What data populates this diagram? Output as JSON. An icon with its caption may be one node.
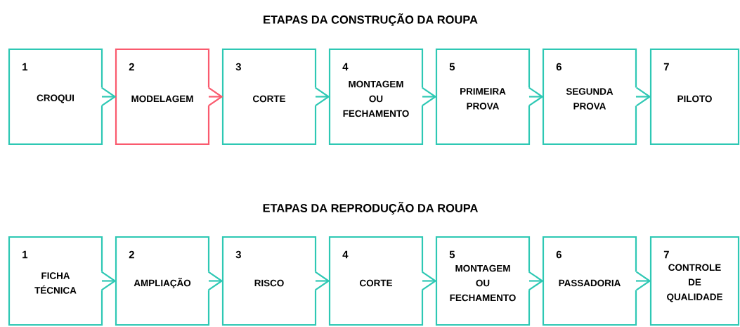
{
  "diagram": {
    "title": "ETAPAS DA CONSTRUÇÃO DA ROUPA",
    "nodes": [
      {
        "text": [
          "1",
          "CROQUI"
        ]
      },
      {
        "text": [
          "2",
          "MODELAGEM"
        ]
      },
      {
        "text": [
          "3",
          "CORTE"
        ]
      },
      {
        "text": [
          "4",
          "MONTAGEM OU FECHAMENTO"
        ]
      },
      {
        "text": [
          "5",
          "PRIMEIRA PROVA"
        ]
      },
      {
        "text": [
          "6",
          "SEGUNDA PROVA"
        ]
      },
      {
        "text": [
          "7",
          "PILOTO"
        ]
      },
      {
        "text": [
          "1",
          "FICHA TÉCNICA"
        ]
      },
      {
        "text": [
          "2",
          "AMPLIAÇÃO"
        ]
      },
      {
        "text": [
          "3",
          "RISCO"
        ]
      },
      {
        "text": [
          "4",
          "CORTE"
        ]
      },
      {
        "text": [
          "5",
          "MONTAGEM OU FECHAMENTO"
        ]
      },
      {
        "text": [
          "6",
          "PASSADORIA"
        ]
      },
      {
        "text": [
          "7",
          "CONTROLE DE QUALIDADE"
        ]
      }
    ],
    "edges": [
      {
        "from": 0,
        "to": 1,
        "arrow": "to"
      },
      {
        "from": 1,
        "to": 2,
        "arrow": "to",
        "color": "#fa5a6e"
      },
      {
        "from": 2,
        "to": 3,
        "arrow": "to"
      },
      {
        "from": 3,
        "to": 4,
        "arrow": "to"
      },
      {
        "from": 4,
        "to": 5,
        "arrow": "to"
      },
      {
        "from": 5,
        "to": 6,
        "arrow": "to"
      },
      {
        "from": 7,
        "to": 8,
        "arrow": "to"
      },
      {
        "from": 8,
        "to": 9,
        "arrow": "to"
      },
      {
        "from": 9,
        "to": 10,
        "arrow": "to"
      },
      {
        "from": 10,
        "to": 11,
        "arrow": "to"
      },
      {
        "from": 11,
        "to": 12,
        "arrow": "to"
      },
      {
        "from": 12,
        "to": 13,
        "arrow": "to"
      }
    ],
    "labels": [
      "ETAPAS DA REPRODUÇÃO DA ROUPA"
    ]
  }
}
